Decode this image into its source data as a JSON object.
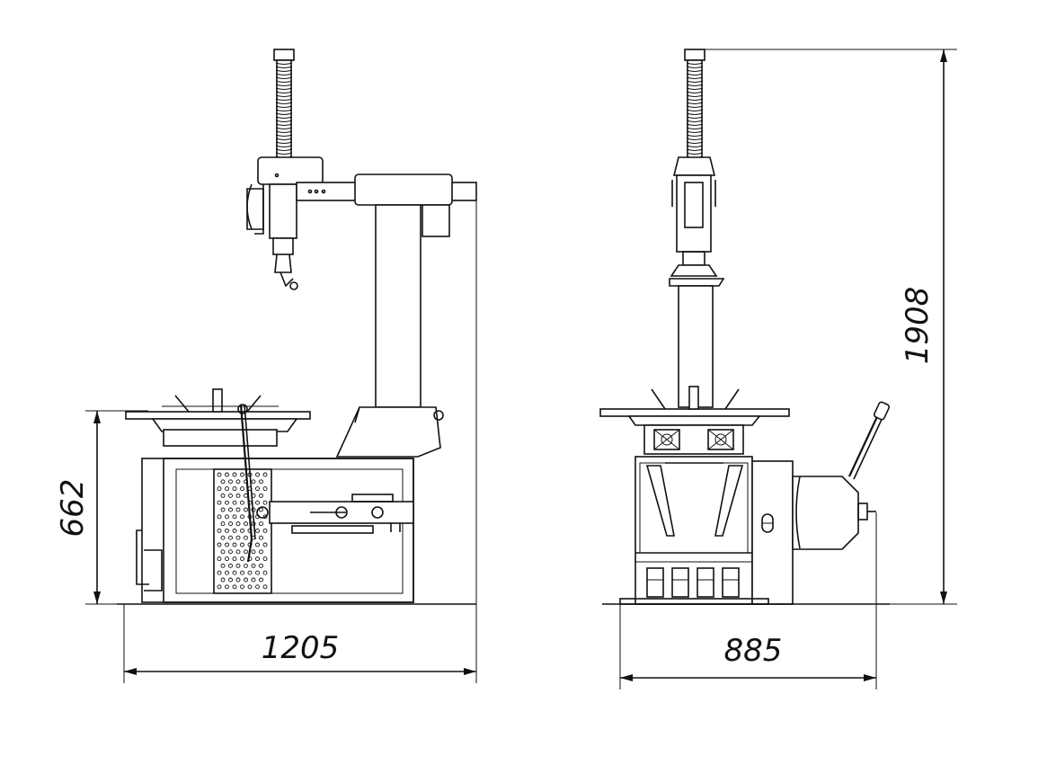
{
  "dimensions": {
    "width_side": "1205",
    "height_base": "662",
    "width_front": "885",
    "height_total": "1908"
  },
  "colors": {
    "line": "#111111",
    "background": "#ffffff"
  }
}
